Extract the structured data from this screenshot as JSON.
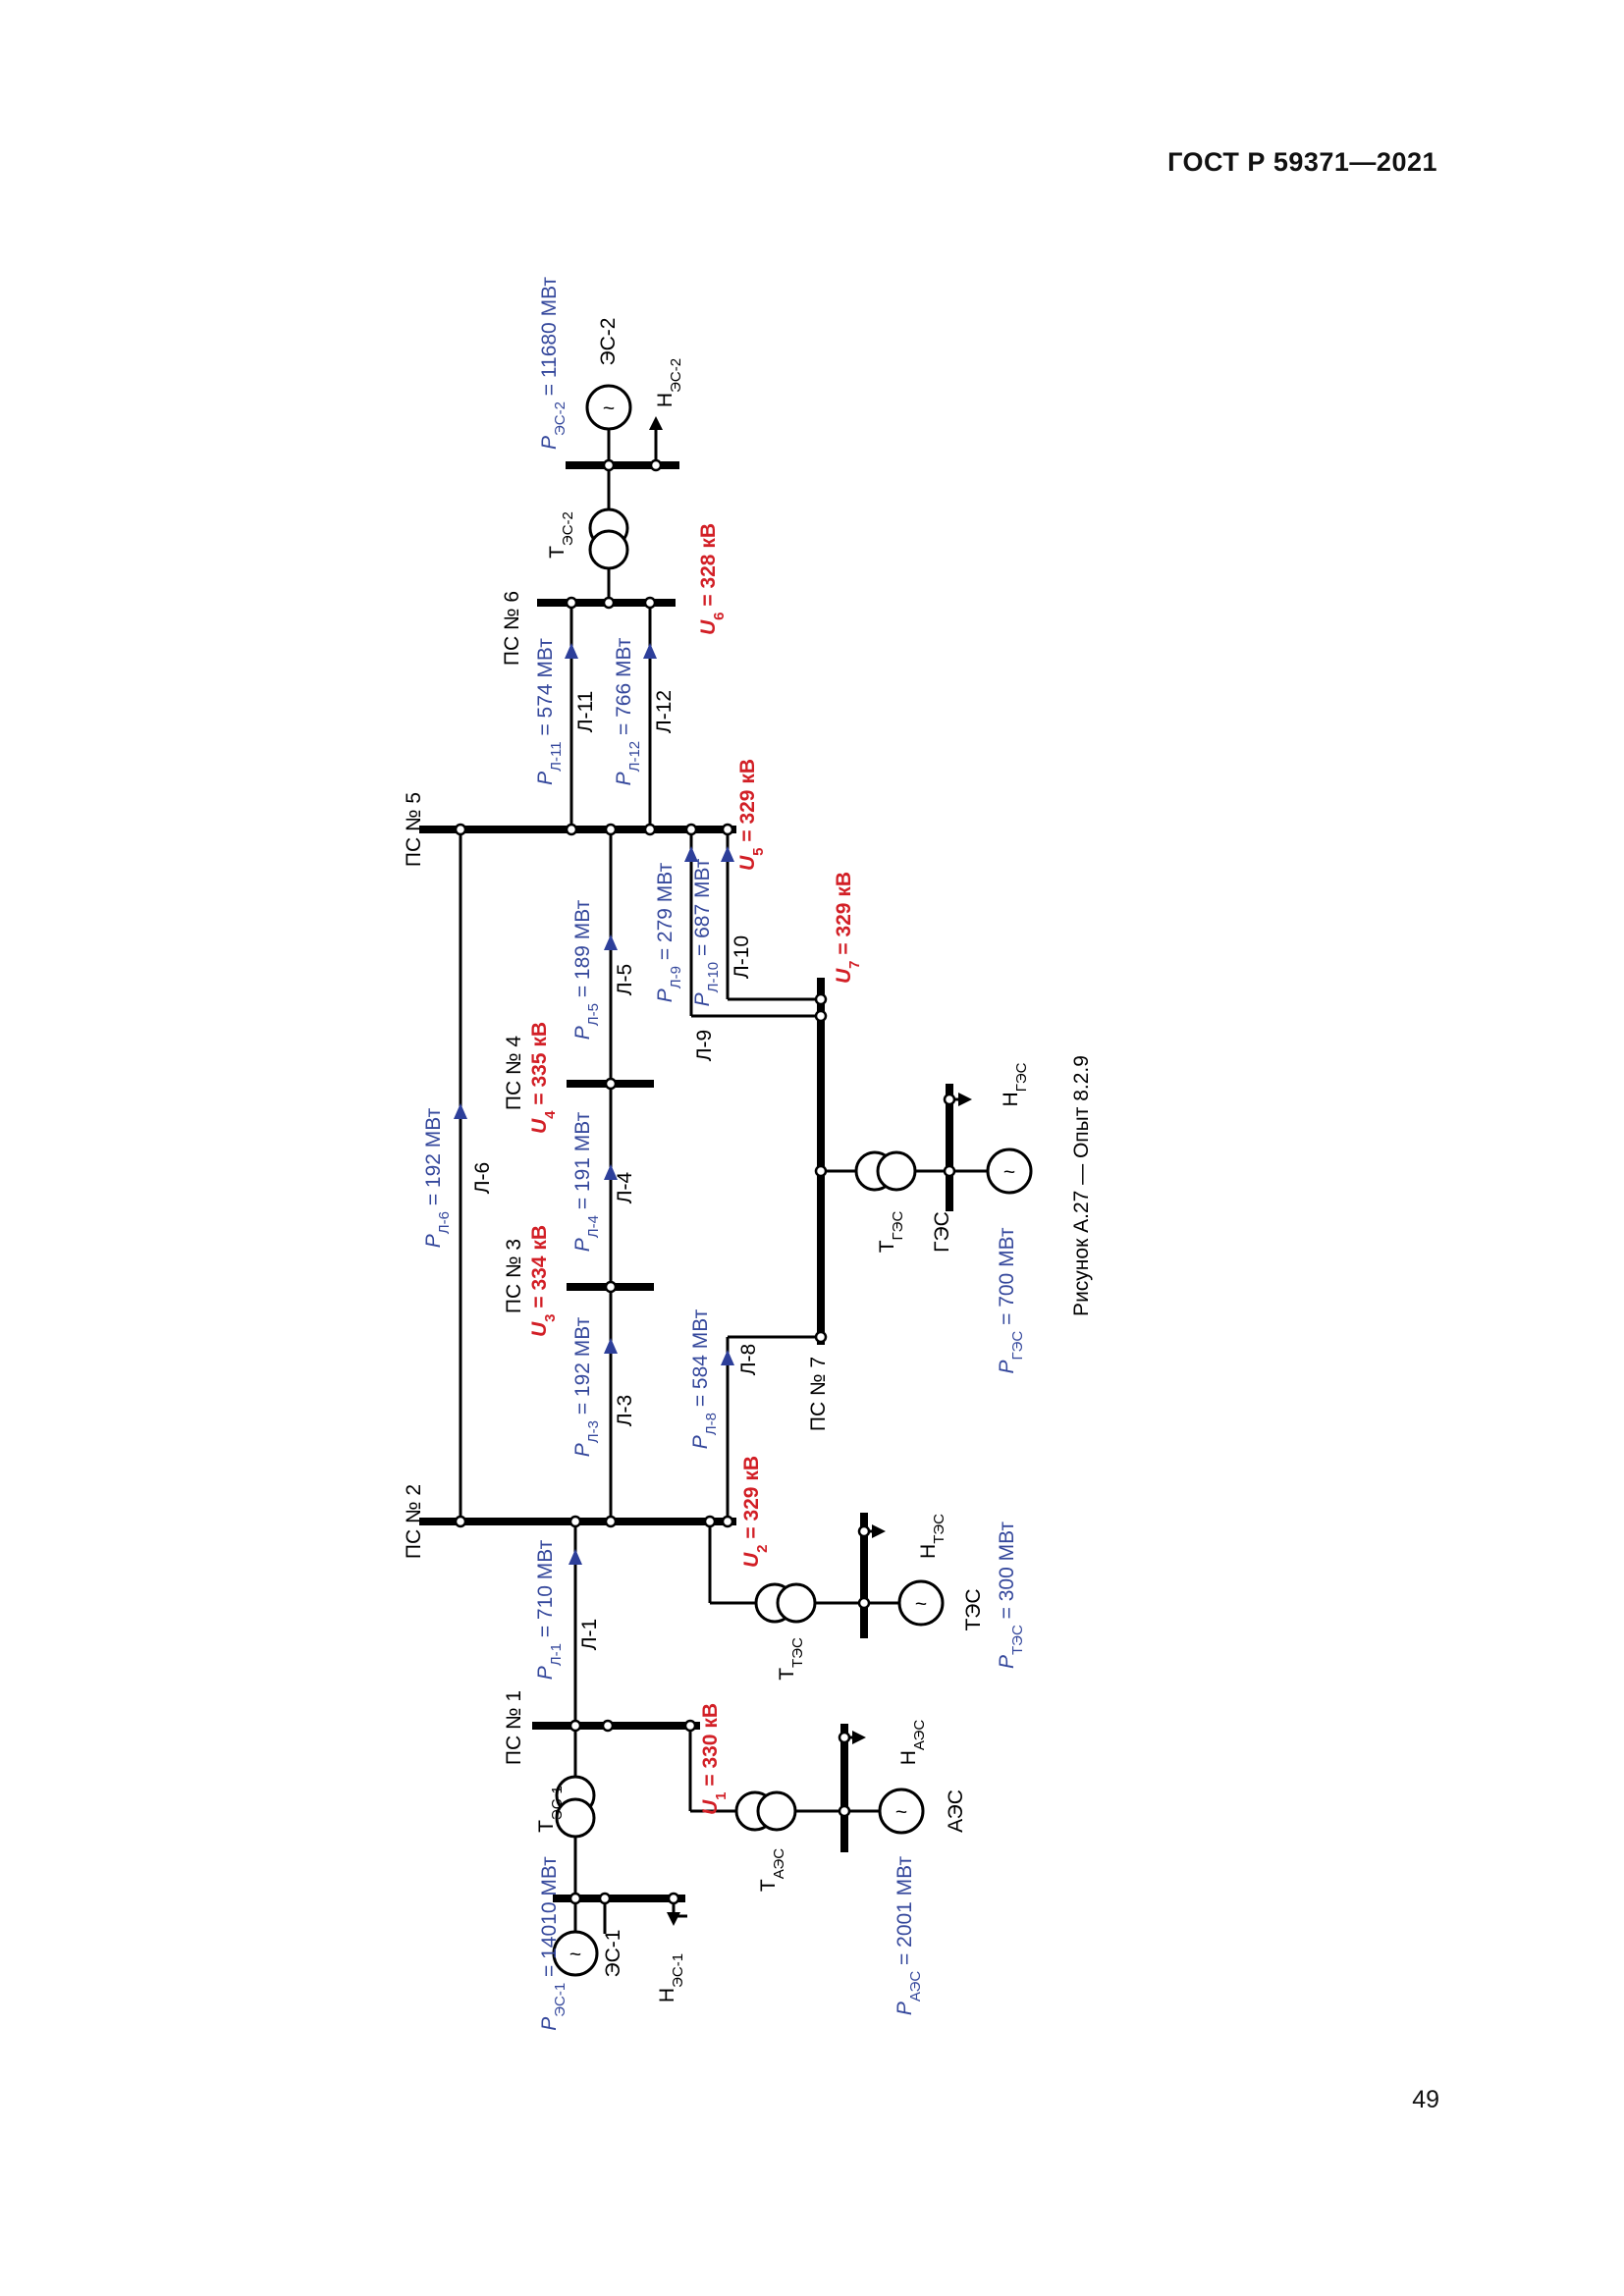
{
  "header": {
    "standard": "ГОСТ Р 59371—2021"
  },
  "page_number": "49",
  "figure": {
    "caption": "Рисунок А.27 — Опыт 8.2.9",
    "substations": [
      {
        "id": "ps1",
        "label": "ПС № 1"
      },
      {
        "id": "ps2",
        "label": "ПС № 2"
      },
      {
        "id": "ps3",
        "label": "ПС № 3"
      },
      {
        "id": "ps4",
        "label": "ПС № 4"
      },
      {
        "id": "ps5",
        "label": "ПС № 5"
      },
      {
        "id": "ps6",
        "label": "ПС № 6"
      },
      {
        "id": "ps7",
        "label": "ПС № 7"
      }
    ],
    "generators": [
      {
        "id": "es1",
        "label": "ЭС-1",
        "power_sym": "P",
        "power_sub": "ЭС-1",
        "power_val": " = 14010 МВт",
        "load_main": "Н",
        "load_sub": "ЭС-1",
        "trans_main": "Т",
        "trans_sub": "ЭС-1"
      },
      {
        "id": "aes",
        "label": "АЭС",
        "power_sym": "P",
        "power_sub": "АЭС",
        "power_val": " = 2001 МВт",
        "load_main": "Н",
        "load_sub": "АЭС",
        "trans_main": "Т",
        "trans_sub": "АЭС"
      },
      {
        "id": "tes",
        "label": "ТЭС",
        "power_sym": "P",
        "power_sub": "ТЭС",
        "power_val": " = 300 МВт",
        "load_main": "Н",
        "load_sub": "ТЭС",
        "trans_main": "Т",
        "trans_sub": "ТЭС"
      },
      {
        "id": "ges",
        "label": "ГЭС",
        "power_sym": "P",
        "power_sub": "ГЭС",
        "power_val": " = 700 МВт",
        "load_main": "Н",
        "load_sub": "ГЭС",
        "trans_main": "Т",
        "trans_sub": "ГЭС"
      },
      {
        "id": "es2",
        "label": "ЭС-2",
        "power_sym": "P",
        "power_sub": "ЭС-2",
        "power_val": " = 11680 МВт",
        "load_main": "Н",
        "load_sub": "ЭС-2",
        "trans_main": "Т",
        "trans_sub": "ЭС-2"
      }
    ],
    "lines": [
      {
        "id": "l1",
        "label": "Л-1",
        "flow_sub": "Л-1",
        "flow_val": " = 710 МВт"
      },
      {
        "id": "l3",
        "label": "Л-3",
        "flow_sub": "Л-3",
        "flow_val": " = 192 МВт"
      },
      {
        "id": "l4",
        "label": "Л-4",
        "flow_sub": "Л-4",
        "flow_val": " = 191 МВт"
      },
      {
        "id": "l5",
        "label": "Л-5",
        "flow_sub": "Л-5",
        "flow_val": " = 189 МВт"
      },
      {
        "id": "l6",
        "label": "Л-6",
        "flow_sub": "Л-6",
        "flow_val": " = 192 МВт"
      },
      {
        "id": "l8",
        "label": "Л-8",
        "flow_sub": "Л-8",
        "flow_val": " = 584 МВт"
      },
      {
        "id": "l9",
        "label": "Л-9",
        "flow_sub": "Л-9",
        "flow_val": " = 279 МВт"
      },
      {
        "id": "l10",
        "label": "Л-10",
        "flow_sub": "Л-10",
        "flow_val": " = 687 МВт"
      },
      {
        "id": "l11",
        "label": "Л-11",
        "flow_sub": "Л-11",
        "flow_val": " = 574 МВт"
      },
      {
        "id": "l12",
        "label": "Л-12",
        "flow_sub": "Л-12",
        "flow_val": " = 766 МВт"
      }
    ],
    "flow_symbol": "P",
    "voltage_symbol": "U",
    "voltages": [
      {
        "id": "u1",
        "sub": "1",
        "val": " = 330 кВ"
      },
      {
        "id": "u2",
        "sub": "2",
        "val": " = 329 кВ"
      },
      {
        "id": "u3",
        "sub": "3",
        "val": " = 334 кВ"
      },
      {
        "id": "u4",
        "sub": "4",
        "val": " = 335 кВ"
      },
      {
        "id": "u5",
        "sub": "5",
        "val": " = 329 кВ"
      },
      {
        "id": "u6",
        "sub": "6",
        "val": " = 328 кВ"
      },
      {
        "id": "u7",
        "sub": "7",
        "val": " = 329 кВ"
      }
    ],
    "generator_symbol": "~",
    "colors": {
      "flow": "#35489c",
      "voltage": "#d21f26",
      "wire": "#000000"
    }
  }
}
